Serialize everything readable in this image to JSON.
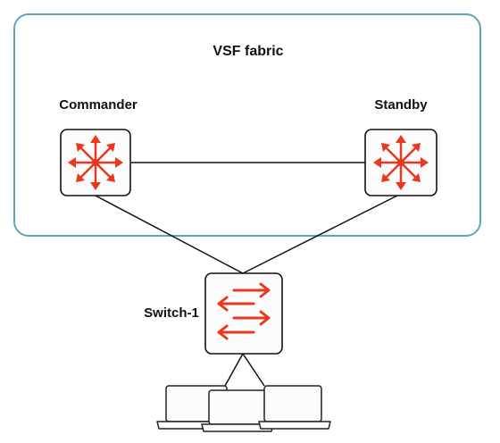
{
  "fabric": {
    "title": "VSF fabric",
    "border_color": "#5aa8b4"
  },
  "nodes": {
    "commander": {
      "label": "Commander",
      "icon": "router-icon"
    },
    "standby": {
      "label": "Standby",
      "icon": "router-icon"
    },
    "switch": {
      "label": "Switch-1",
      "icon": "switch-icon"
    }
  },
  "clients": [
    {
      "icon": "laptop-icon"
    },
    {
      "icon": "laptop-icon"
    },
    {
      "icon": "laptop-icon"
    }
  ],
  "colors": {
    "icon_accent": "#e8391f",
    "line": "#111111"
  }
}
